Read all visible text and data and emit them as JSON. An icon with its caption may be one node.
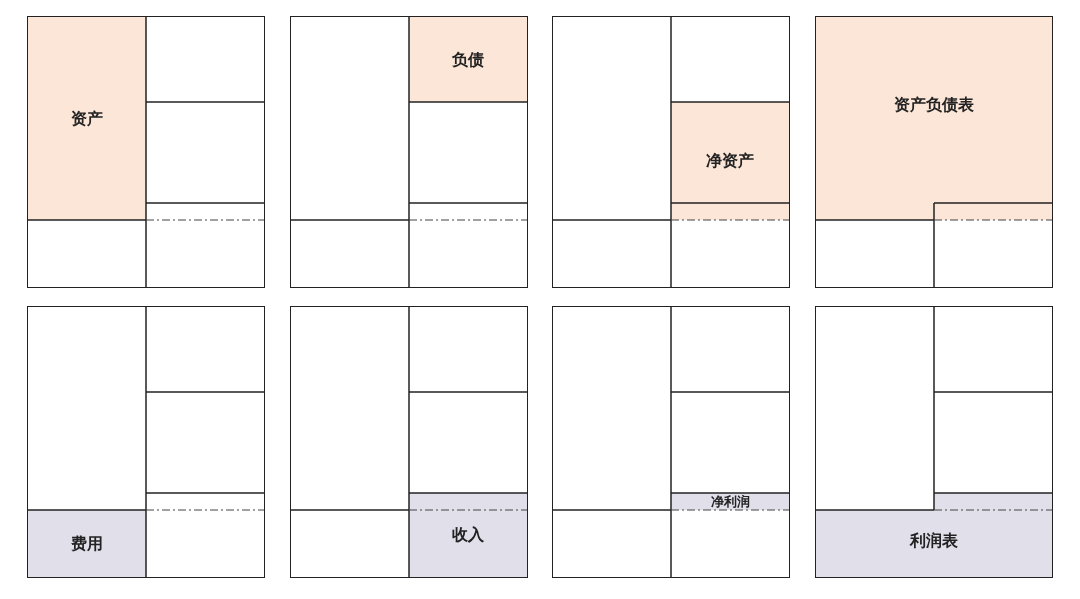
{
  "diagram": {
    "nodes": [
      {
        "text": [],
        "shape": "box"
      },
      {
        "text": [
          "资产"
        ],
        "in": 0
      },
      {
        "text": [],
        "shape": "box"
      },
      {
        "text": [
          "负债"
        ],
        "in": 2
      },
      {
        "text": [],
        "shape": "box"
      },
      {
        "text": [
          "净资产"
        ],
        "in": 4
      },
      {
        "text": [],
        "shape": "box"
      },
      {
        "text": [
          "资产负债表"
        ],
        "in": 6
      },
      {
        "text": [],
        "shape": "box"
      },
      {
        "text": [
          "费用"
        ],
        "in": 8
      },
      {
        "text": [],
        "shape": "box"
      },
      {
        "text": [
          "收入"
        ],
        "in": 10
      },
      {
        "text": [],
        "shape": "box"
      },
      {
        "text": [
          "净利润"
        ],
        "in": 12
      },
      {
        "text": [],
        "shape": "box"
      },
      {
        "text": [
          "利润表"
        ],
        "in": 14
      }
    ]
  }
}
